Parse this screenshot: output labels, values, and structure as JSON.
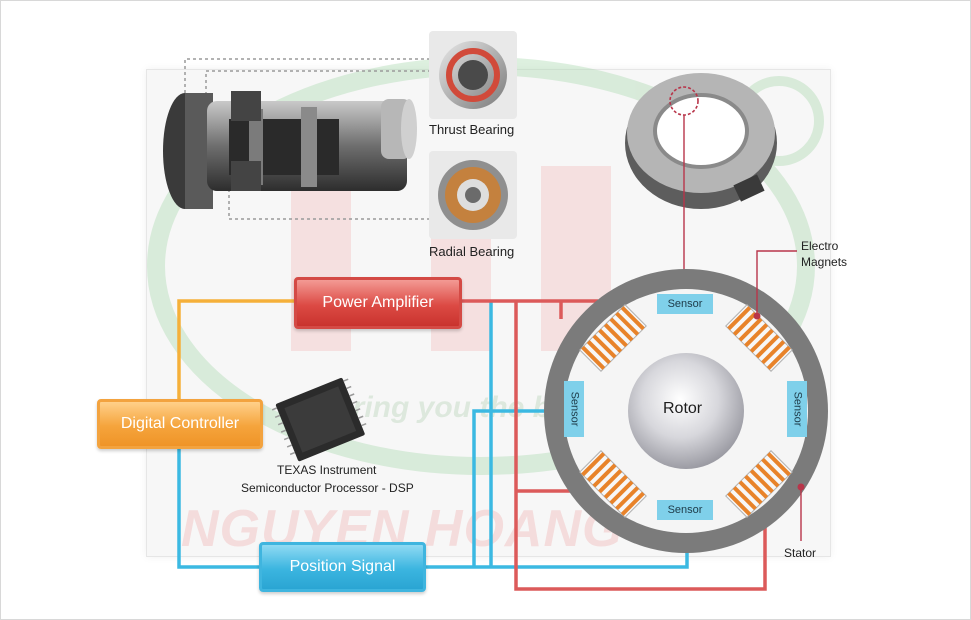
{
  "watermark": {
    "brand": "NGUYEN HOANG",
    "tagline": "Bring you the best"
  },
  "components": {
    "thrust_bearing": "Thrust Bearing",
    "radial_bearing": "Radial Bearing"
  },
  "blocks": {
    "power_amplifier": "Power Amplifier",
    "digital_controller": "Digital Controller",
    "position_signal": "Position Signal"
  },
  "dsp": {
    "line1": "TEXAS Instrument",
    "line2": "Semiconductor Processor - DSP"
  },
  "bearing_diagram": {
    "rotor": "Rotor",
    "sensor": "Sensor",
    "electro_magnets_line1": "Electro",
    "electro_magnets_line2": "Magnets",
    "stator": "Stator"
  },
  "colors": {
    "power_red": "#dc4a44",
    "controller_orange": "#f5a43c",
    "signal_blue": "#3bb5e0",
    "coil_orange": "#e8832a",
    "stator_gray": "#7b7b7b",
    "sensor_blue": "#7fd0ea"
  }
}
